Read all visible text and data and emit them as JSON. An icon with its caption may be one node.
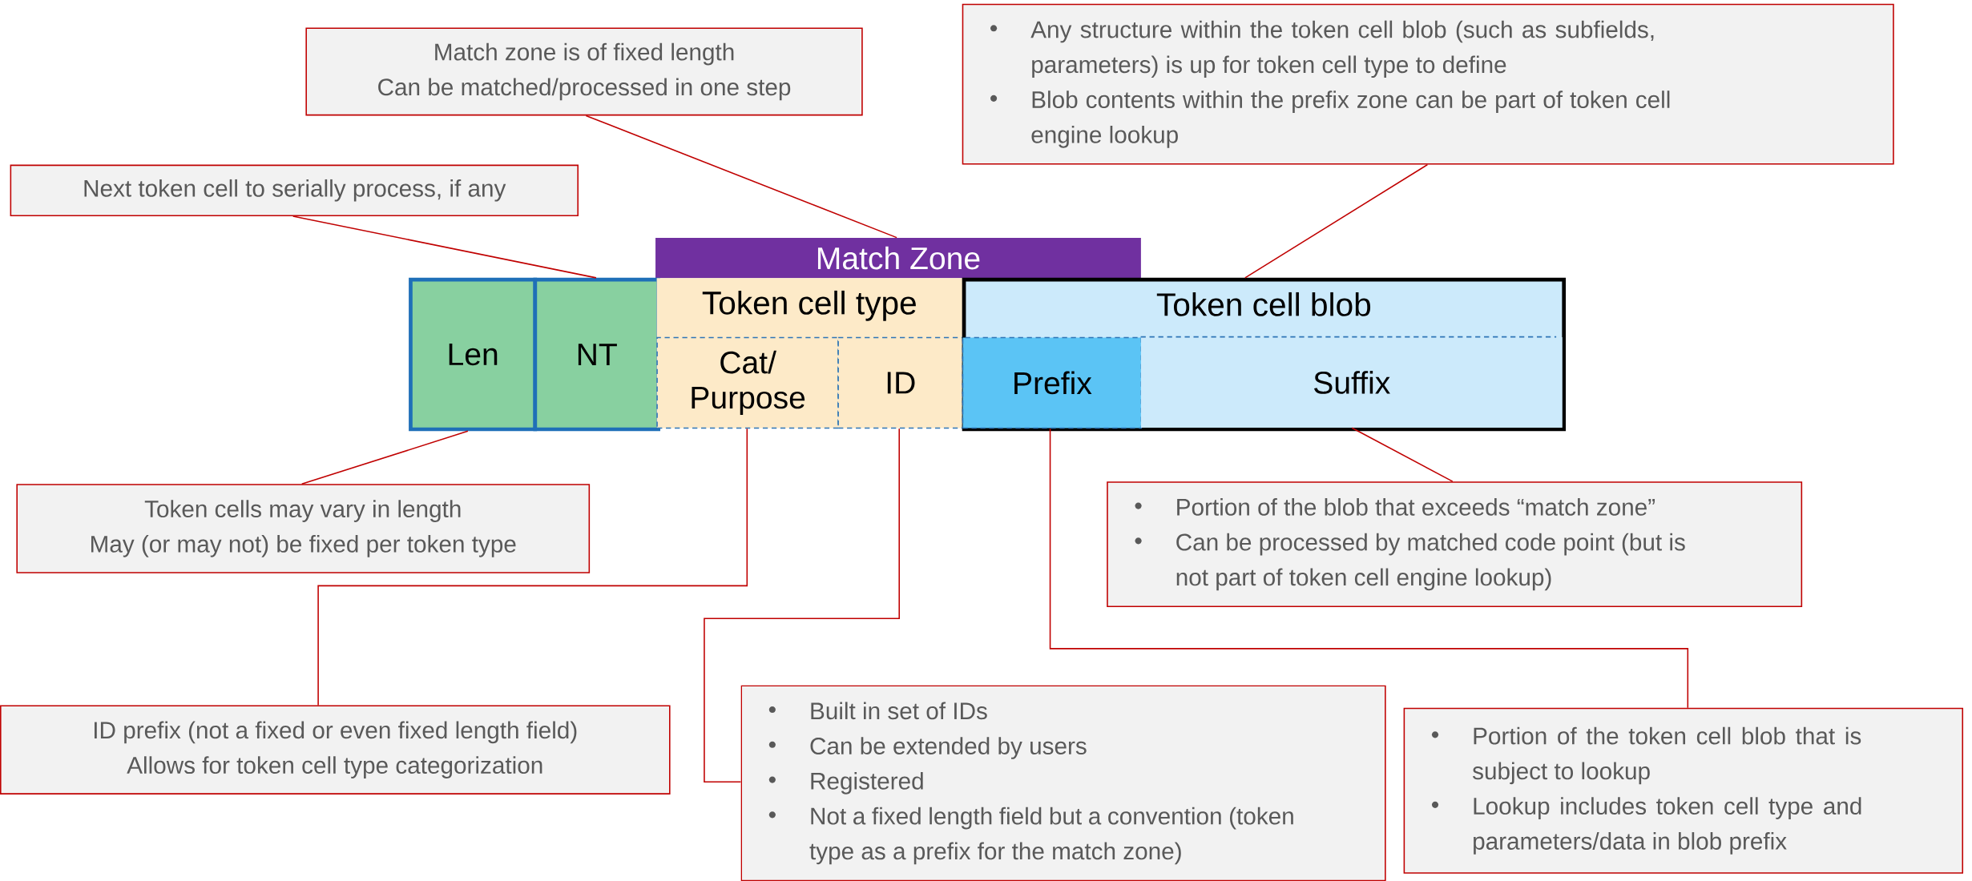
{
  "diagram": {
    "nodes": [
      {
        "text": [
          "Any structure within the token cell blob (such as subfields, parameters) is up for token cell type to define",
          "Blob contents within the prefix zone can be part of token cell engine lookup"
        ]
      },
      {
        "text": [
          "Match zone is of fixed length",
          "Can be matched/processed in one step"
        ]
      },
      {
        "text": [
          "Next token cell to serially process, if any"
        ]
      },
      {
        "text": [
          "Match Zone"
        ]
      },
      {
        "text": [
          "Len"
        ]
      },
      {
        "text": [
          "NT"
        ]
      },
      {
        "text": [
          "Token cell type"
        ]
      },
      {
        "text": [
          "Cat/ Purpose"
        ],
        "in": 6
      },
      {
        "text": [
          "ID"
        ],
        "in": 6
      },
      {
        "text": [
          "Token cell blob"
        ]
      },
      {
        "text": [
          "Prefix"
        ],
        "in": 9
      },
      {
        "text": [
          "Suffix"
        ],
        "in": 9
      },
      {
        "text": [
          "Token cells may vary in length",
          "May (or may not) be fixed per token type"
        ]
      },
      {
        "text": [
          "Portion of the blob that exceeds “match zone”",
          "Can be processed by matched code point (but is not part of token cell engine lookup)"
        ]
      },
      {
        "text": [
          "ID prefix (not a fixed or even fixed length field)",
          "Allows for token cell type categorization"
        ]
      },
      {
        "text": [
          "Built in set of IDs",
          "Can be extended by users",
          "Registered",
          "Not a fixed length field but a convention (token type as a prefix for the match zone)"
        ]
      },
      {
        "text": [
          "Portion of the token cell blob that is subject to lookup",
          "Lookup includes token cell type and parameters/data in blob prefix"
        ]
      }
    ],
    "edges": [
      {
        "from": 2,
        "to": 5,
        "arrow": "none"
      },
      {
        "from": 1,
        "to": 3,
        "arrow": "none"
      },
      {
        "from": 0,
        "to": 9,
        "arrow": "none"
      },
      {
        "from": 12,
        "to": 4,
        "arrow": "none"
      },
      {
        "from": 13,
        "to": 11,
        "arrow": "none"
      },
      {
        "from": 14,
        "to": 7,
        "arrow": "none"
      },
      {
        "from": 15,
        "to": 8,
        "arrow": "none"
      },
      {
        "from": 16,
        "to": 10,
        "arrow": "none"
      }
    ]
  }
}
